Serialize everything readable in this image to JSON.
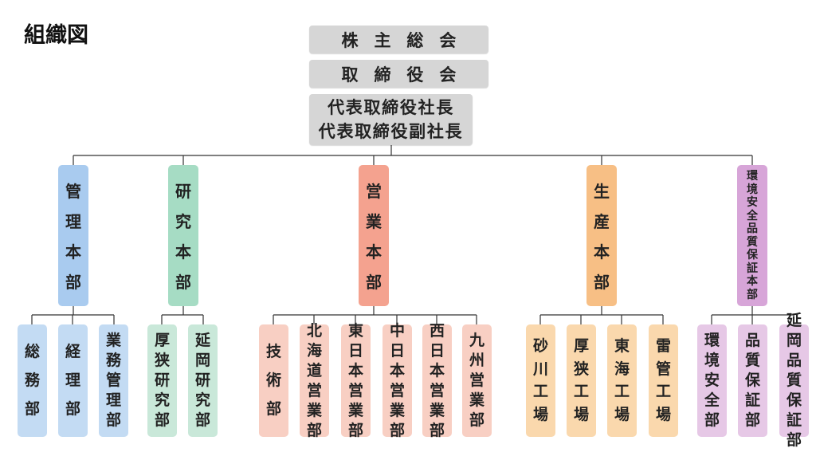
{
  "title": "組織図",
  "top": {
    "shareholders": "株主総会",
    "board": "取締役会",
    "president": "代表取締役社長",
    "vice_president": "代表取締役副社長"
  },
  "headquarters": [
    {
      "name": "管理本部",
      "color": "#a9cbef"
    },
    {
      "name": "研究本部",
      "color": "#a6dcc4"
    },
    {
      "name": "営業本部",
      "color": "#f4a28f"
    },
    {
      "name": "生産本部",
      "color": "#f7bf85"
    },
    {
      "name": "環境安全品質保証本部",
      "color": "#d7a5d8"
    }
  ],
  "departments": {
    "admin": [
      "総務部",
      "経理部",
      "業務管理部"
    ],
    "research": [
      "厚狭研究部",
      "延岡研究部"
    ],
    "sales": [
      "技術部",
      "北海道営業部",
      "東日本営業部",
      "中日本営業部",
      "西日本営業部",
      "九州営業部"
    ],
    "production": [
      "砂川工場",
      "厚狭工場",
      "東海工場",
      "雷管工場"
    ],
    "quality": [
      "環境安全部",
      "品質保証部",
      "延岡品質保証部"
    ]
  }
}
